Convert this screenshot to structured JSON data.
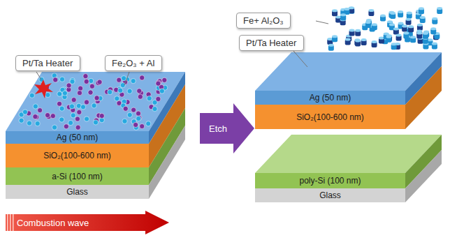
{
  "diagram": {
    "nodes": [
      {
        "text": [
          "Pt/Ta Heater"
        ]
      },
      {
        "text": [
          "Fe₂O₃ + Al"
        ]
      },
      {
        "text": [
          "Ag (50 nm)"
        ]
      },
      {
        "text": [
          "SiO₂(100-600 nm)"
        ]
      },
      {
        "text": [
          "a-Si (100 nm)"
        ]
      },
      {
        "text": [
          "Glass"
        ]
      },
      {
        "text": [
          "Etch"
        ]
      },
      {
        "text": [
          "Fe+ Al₂O₃"
        ]
      },
      {
        "text": [
          "Pt/Ta Heater"
        ]
      },
      {
        "text": [
          "Ag (50 nm)"
        ]
      },
      {
        "text": [
          "SiO₂(100-600 nm)"
        ]
      },
      {
        "text": [
          "poly-Si (100 nm)"
        ]
      },
      {
        "text": [
          "Glass"
        ]
      },
      {
        "text": [
          "Combustion wave"
        ]
      }
    ]
  }
}
